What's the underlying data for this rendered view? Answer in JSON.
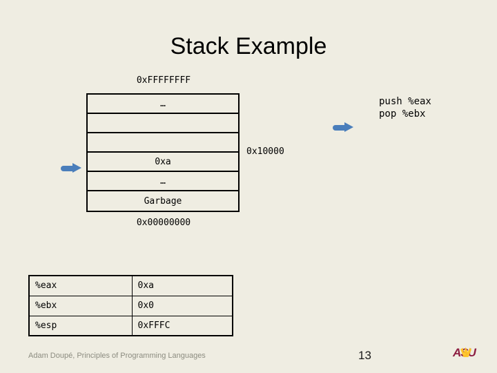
{
  "slide": {
    "title": "Stack Example",
    "number": "13",
    "footer_attribution": "Adam Doupé, Principles of Programming Languages",
    "background_color": "#EFEDE2",
    "logo_text": "ASU",
    "logo_colors": {
      "maroon": "#8C1D40",
      "gold": "#FFC627"
    },
    "accent_arrow_color": "#4A7EBB"
  },
  "stack": {
    "top_address": "0xFFFFFFFF",
    "bottom_address": "0x00000000",
    "mid_address": "0x10000",
    "cells": [
      {
        "value": "…"
      },
      {
        "value": ""
      },
      {
        "value": ""
      },
      {
        "value": "0xa"
      },
      {
        "value": "…"
      },
      {
        "value": "Garbage"
      }
    ]
  },
  "instructions": {
    "lines": [
      "push %eax",
      "pop %ebx"
    ]
  },
  "registers": {
    "rows": [
      {
        "name": "%eax",
        "value": "0xa"
      },
      {
        "name": "%ebx",
        "value": "0x0"
      },
      {
        "name": "%esp",
        "value": "0xFFFC"
      }
    ]
  }
}
